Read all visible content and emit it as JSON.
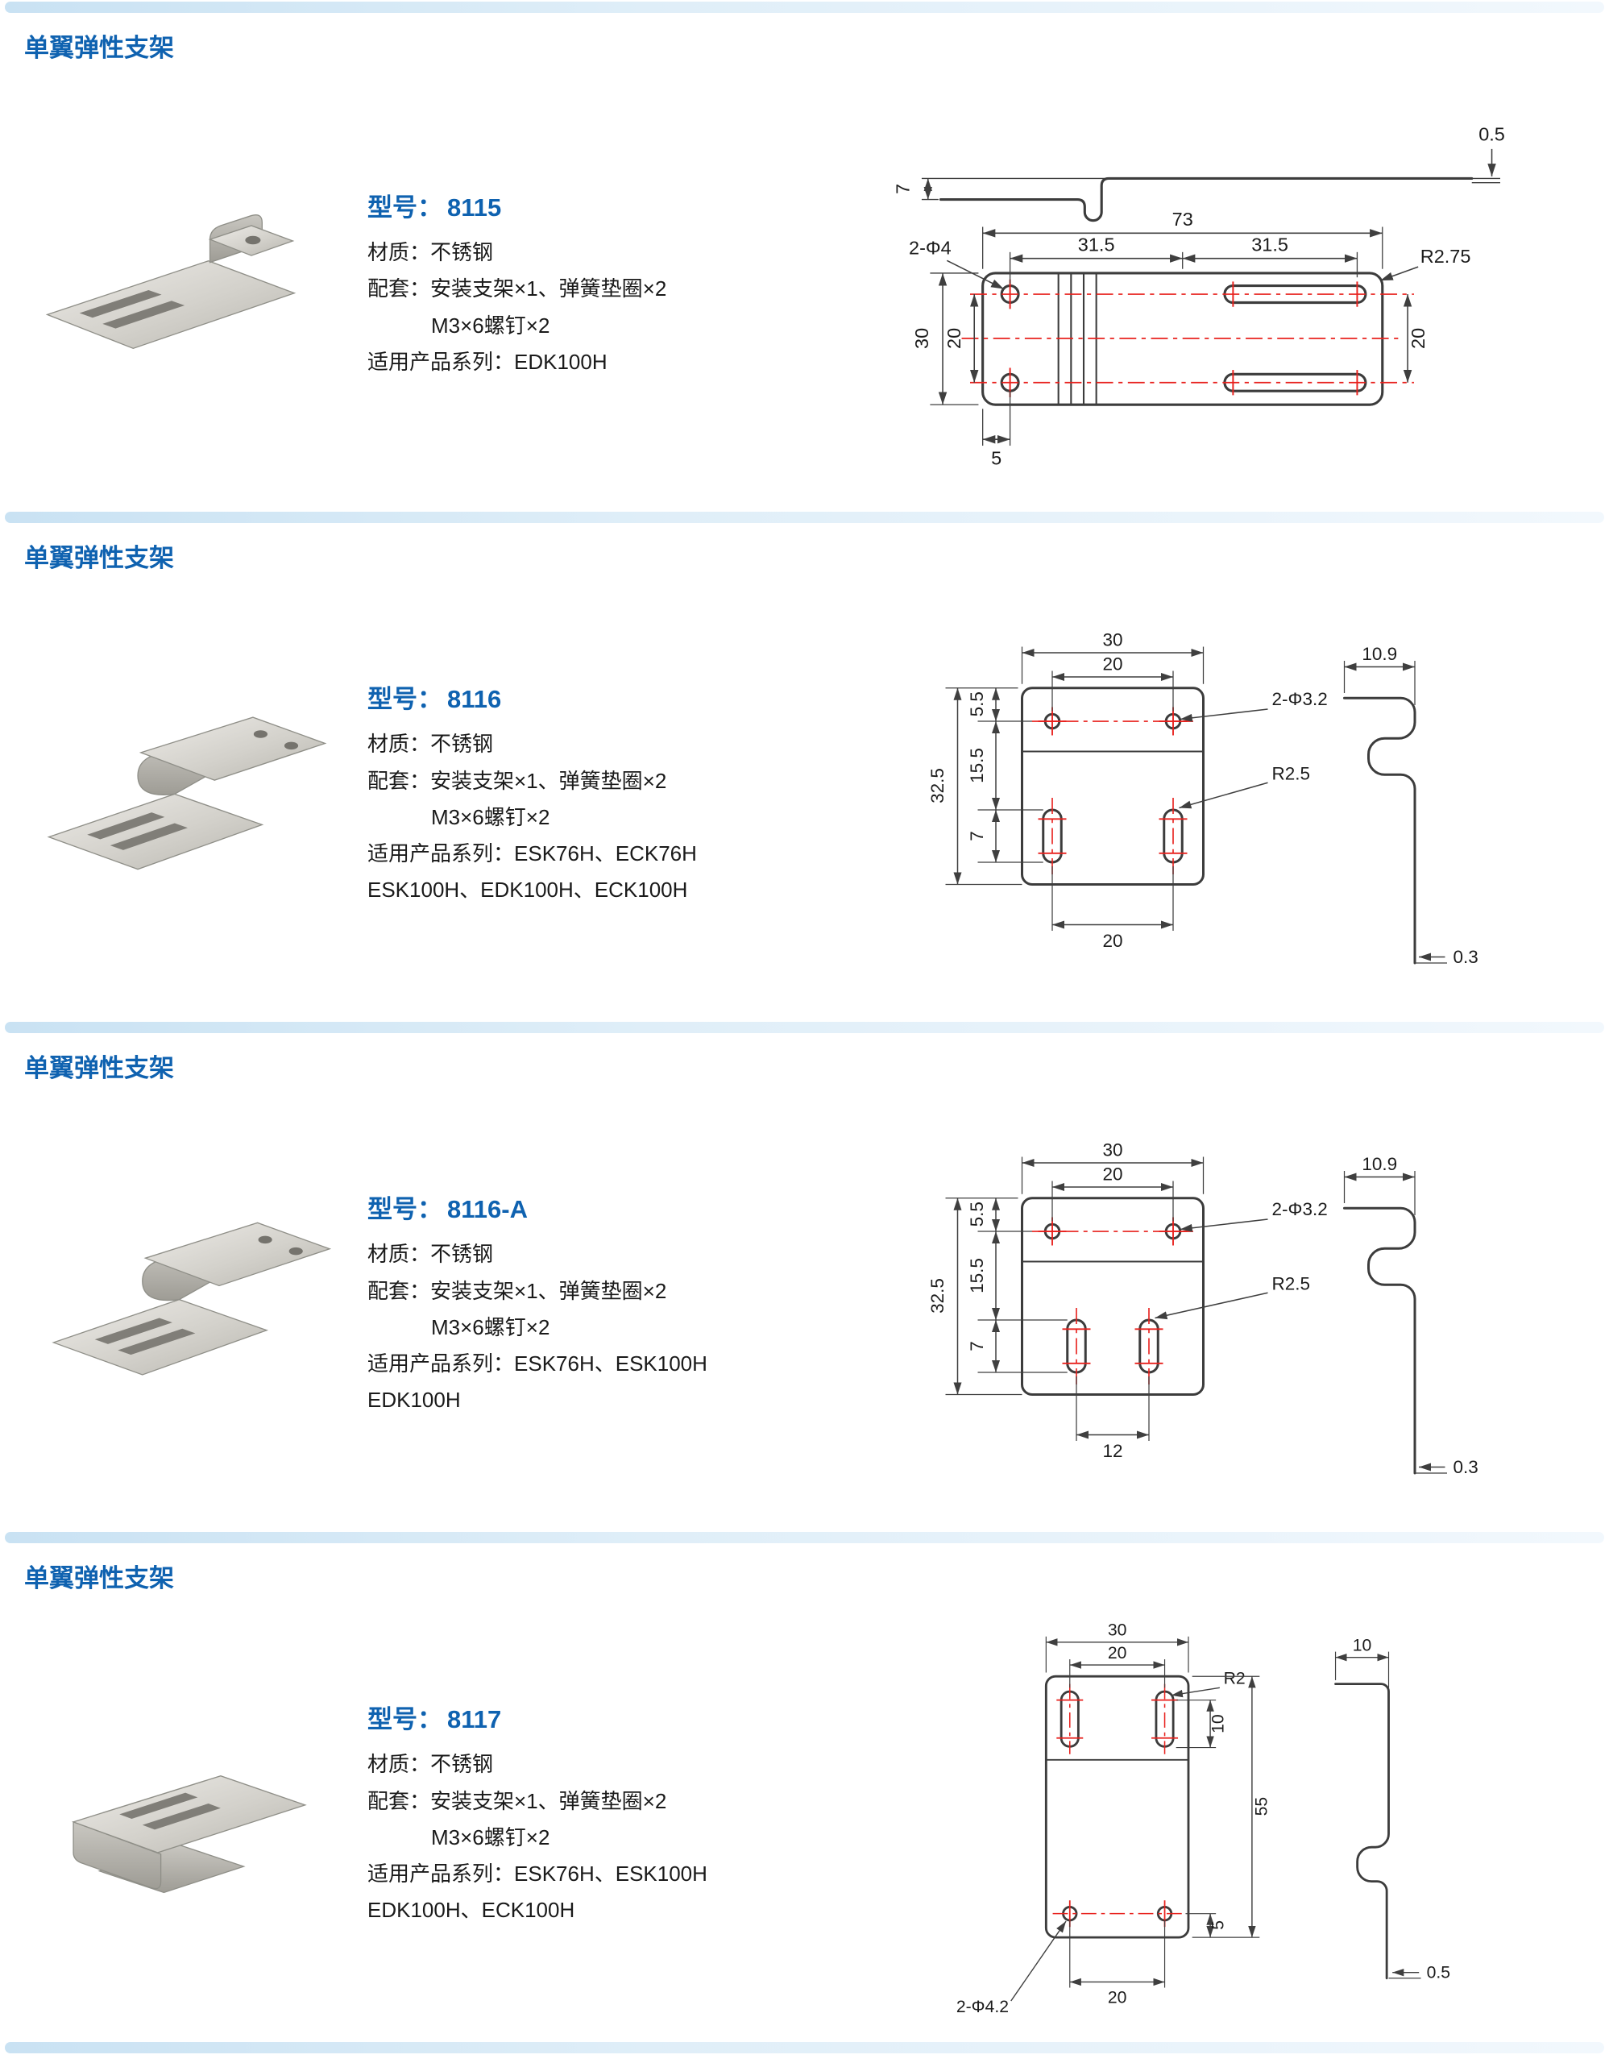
{
  "colors": {
    "accent": "#0f62b0",
    "dimension_red": "#e8211d",
    "divider_blue": "#c9e2f3"
  },
  "labels": {
    "model": "型号：",
    "material": "材质：",
    "accessories": "配套：",
    "series": "适用产品系列："
  },
  "sections": [
    {
      "header": "单翼弹性支架",
      "model": "8115",
      "material": "不锈钢",
      "accessories_line1": "安装支架×1、弹簧垫圈×2",
      "accessories_line2": "M3×6螺钉×2",
      "series_line1": "EDK100H",
      "series_line2": "",
      "dims": {
        "thickness": "0.5",
        "flange_height": "7",
        "total_width": "73",
        "seg_left": "31.5",
        "seg_right": "31.5",
        "corner_radius": "R2.75",
        "holes": "2-Φ4",
        "total_height": "30",
        "hole_spacing": "20",
        "slot_spacing": "20",
        "edge_offset": "5"
      }
    },
    {
      "header": "单翼弹性支架",
      "model": "8116",
      "material": "不锈钢",
      "accessories_line1": "安装支架×1、弹簧垫圈×2",
      "accessories_line2": "M3×6螺钉×2",
      "series_line1": "ESK76H、ECK76H",
      "series_line2": "ESK100H、EDK100H、ECK100H",
      "dims": {
        "width": "30",
        "hole_spacing": "20",
        "holes": "2-Φ3.2",
        "top_offset": "5.5",
        "mid_offset": "15.5",
        "total_height": "32.5",
        "slot_length": "7",
        "radius": "R2.5",
        "slot_spacing": "20",
        "profile_width": "10.9",
        "thickness": "0.3"
      }
    },
    {
      "header": "单翼弹性支架",
      "model": "8116-A",
      "material": "不锈钢",
      "accessories_line1": "安装支架×1、弹簧垫圈×2",
      "accessories_line2": "M3×6螺钉×2",
      "series_line1": "ESK76H、ESK100H",
      "series_line2": "EDK100H",
      "dims": {
        "width": "30",
        "hole_spacing": "20",
        "holes": "2-Φ3.2",
        "top_offset": "5.5",
        "mid_offset": "15.5",
        "total_height": "32.5",
        "slot_length": "7",
        "radius": "R2.5",
        "slot_spacing": "12",
        "profile_width": "10.9",
        "thickness": "0.3"
      }
    },
    {
      "header": "单翼弹性支架",
      "model": "8117",
      "material": "不锈钢",
      "accessories_line1": "安装支架×1、弹簧垫圈×2",
      "accessories_line2": "M3×6螺钉×2",
      "series_line1": "ESK76H、ESK100H",
      "series_line2": "EDK100H、ECK100H",
      "dims": {
        "width": "30",
        "hole_spacing": "20",
        "radius": "R2",
        "slot_length": "10",
        "total_height": "55",
        "bottom_offset": "5",
        "bottom_spacing": "20",
        "holes": "2-Φ4.2",
        "profile_width": "10",
        "thickness": "0.5"
      }
    }
  ]
}
